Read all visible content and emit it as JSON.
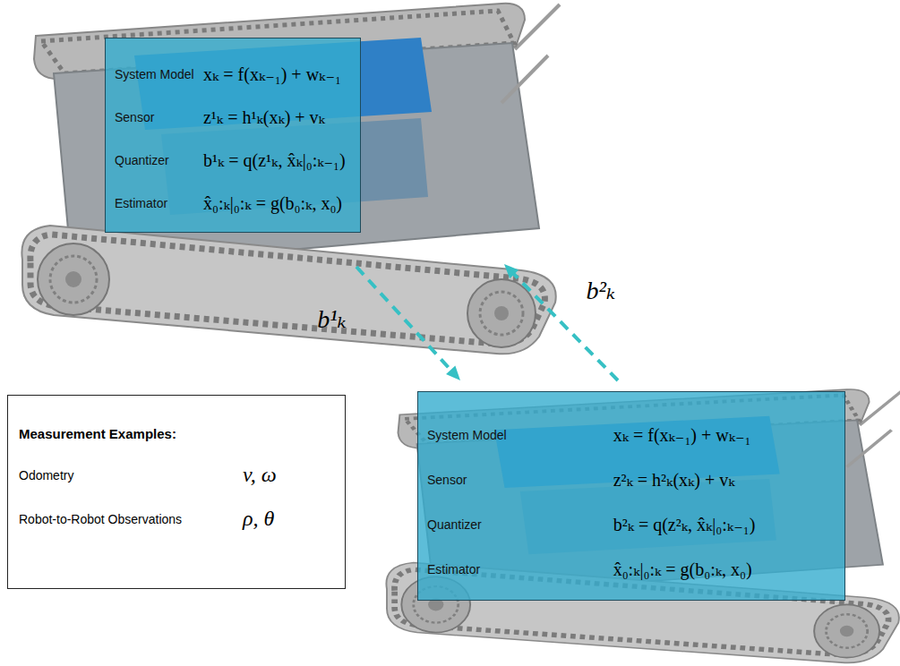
{
  "diagram": {
    "nodes": [
      {
        "text": [
          "System Model",
          "xₖ = f(xₖ₋₁) + wₖ₋₁",
          "Sensor",
          "z¹ₖ = h¹ₖ(xₖ) + vₖ",
          "Quantizer",
          "b¹ₖ = q(z¹ₖ, x̂ₖ|₀:ₖ₋₁)",
          "Estimator",
          "x̂₀:ₖ|₀:ₖ = g(b₀:ₖ, x₀)"
        ]
      },
      {
        "text": [
          "Measurement Examples:",
          "Odometry",
          "v, ω",
          "Robot-to-Robot Observations",
          "ρ, θ"
        ]
      },
      {
        "text": [
          "System Model",
          "xₖ = f(xₖ₋₁) + wₖ₋₁",
          "Sensor",
          "z²ₖ = h²ₖ(xₖ) + vₖ",
          "Quantizer",
          "b²ₖ = q(z²ₖ, x̂ₖ|₀:ₖ₋₁)",
          "Estimator",
          "x̂₀:ₖ|₀:ₖ = g(b₀:ₖ, x₀)"
        ]
      }
    ],
    "edges": [
      {
        "from": 0,
        "to": 2,
        "label": "b¹ₖ",
        "arrow": "to"
      },
      {
        "from": 2,
        "to": 0,
        "label": "b²ₖ",
        "arrow": "to"
      }
    ]
  }
}
